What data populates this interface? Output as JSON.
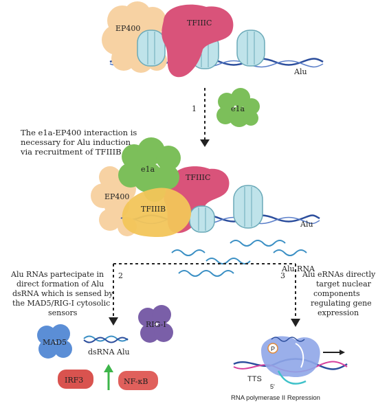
{
  "labels": {
    "ep400_top": "EP400",
    "tfiiic_top": "TFIIIC",
    "alu_top": "Alu",
    "step1": "1",
    "e1a_free": "e1a",
    "note_e1a_line1": "The e1a-EP400 interaction is",
    "note_e1a_line2": "necessary for Alu induction",
    "note_e1a_line3": "via recruitment of TFIIIB",
    "e1a_bound": "e1a",
    "ep400_mid": "EP400",
    "tfiiib": "TFIIIB",
    "tfiiic_mid": "TFIIIC",
    "alu_mid": "Alu",
    "alu_rna": "Alu RNA",
    "step2": "2",
    "step3": "3",
    "left_note_line1": "Alu RNAs partecipate in",
    "left_note_line2": "direct formation of Alu",
    "left_note_line3": "dsRNA which is sensed by",
    "left_note_line4": "the MAD5/RIG-I cytosolic",
    "left_note_line5": "sensors",
    "right_note_line1": "Alu eRNAs directly",
    "right_note_line2": "target nuclear",
    "right_note_line3": "components",
    "right_note_line4": "regulating gene",
    "right_note_line5": "expression",
    "rig1": "RIG-I",
    "mad5": "MAD5",
    "dsrna_alu": "dsRNA Alu",
    "irf3": "IRF3",
    "nfkb": "NF-κB",
    "phospho": "P",
    "tts": "TTS",
    "five_prime": "5'",
    "pol2_repression": "RNA polymerase II Repression"
  },
  "colors": {
    "ep400": "#f7d2a3",
    "tfiiic": "#d9537a",
    "e1a": "#7cbf5a",
    "tfiiib": "#f2c55a",
    "nucleosome": "#bfe3ea",
    "dna": "#2b4d9c",
    "rna": "#3a8fc4",
    "rig1": "#7a5fa8",
    "mad5": "#5b8ed6",
    "irf3": "#d9534f",
    "nfkb": "#e0605c",
    "arrow_up": "#3db54a",
    "pol2": "#8fa6e8",
    "dna_pink": "#d63f9c"
  }
}
